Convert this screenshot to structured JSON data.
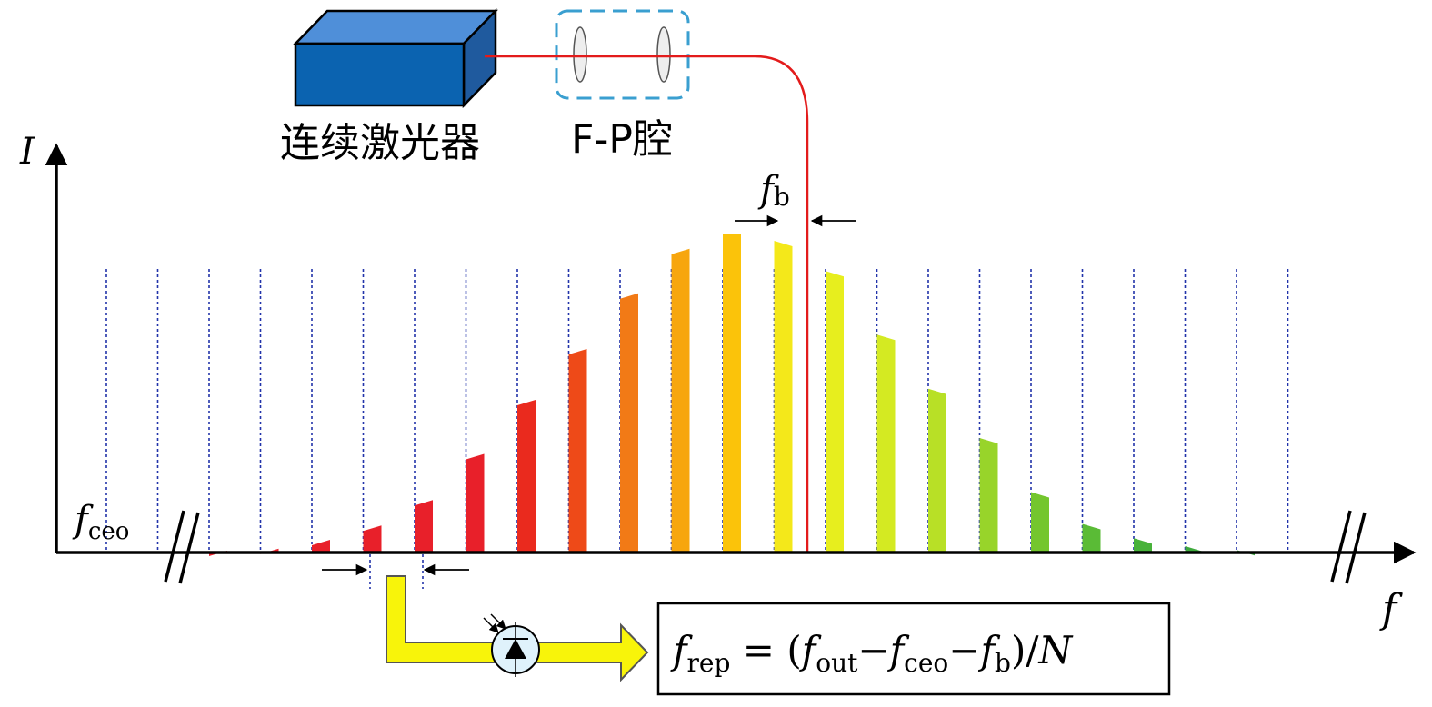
{
  "labels": {
    "laser": "连续激光器",
    "cavity": "F-P腔",
    "axis_y": "I",
    "axis_x": "f",
    "fb_main": "f",
    "fb_sub": "b",
    "fceo_main": "f",
    "fceo_sub": "ceo"
  },
  "formula": {
    "f1": "f",
    "rep": "rep",
    "eq": " = (",
    "f2": "f",
    "out": "out",
    "minus1": "−",
    "f3": "f",
    "ceo": "ceo",
    "minus2": "−",
    "f4": "f",
    "b": "b",
    "tail": ")/",
    "N": "N"
  },
  "chart_data": {
    "type": "bar",
    "description_units": "relative intensity (0-1) of comb lines",
    "values": [
      0.005,
      0.012,
      0.04,
      0.085,
      0.165,
      0.31,
      0.48,
      0.64,
      0.815,
      0.955,
      1.0,
      0.98,
      0.885,
      0.685,
      0.515,
      0.36,
      0.19,
      0.09,
      0.045,
      0.02,
      0.008
    ],
    "colors": [
      "#e8202a",
      "#e8202a",
      "#e8202a",
      "#e8202a",
      "#e8202a",
      "#e8202a",
      "#ea2a1e",
      "#ee4a18",
      "#f27a16",
      "#f7a60e",
      "#fbc30a",
      "#f4e81a",
      "#e7ee1e",
      "#d4ea22",
      "#b8e026",
      "#98d42a",
      "#74c62e",
      "#5abb36",
      "#48b23a",
      "#3ea93c",
      "#3aa63c"
    ],
    "gridlines_count": 24
  }
}
